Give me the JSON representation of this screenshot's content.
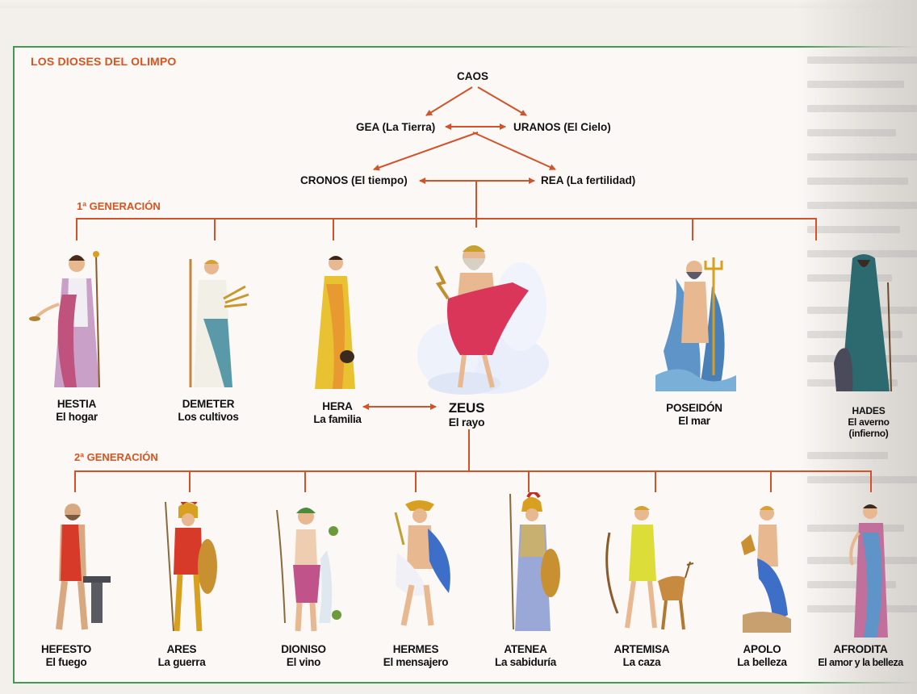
{
  "title": "LOS DIOSES DEL OLIMPO",
  "origins": {
    "caos": "CAOS",
    "gea": "GEA (La Tierra)",
    "uranos": "URANOS (El Cielo)",
    "cronos": "CRONOS  (El tiempo)",
    "rea": "REA (La fertilidad)"
  },
  "gen1_label": "1ª GENERACIÓN",
  "gen2_label": "2ª GENERACIÓN",
  "gen1": [
    {
      "name": "HESTIA",
      "domain": "El hogar"
    },
    {
      "name": "DEMETER",
      "domain": "Los cultivos"
    },
    {
      "name": "HERA",
      "domain": "La familia"
    },
    {
      "name": "ZEUS",
      "domain": "El rayo"
    },
    {
      "name": "POSEIDÓN",
      "domain": "El mar"
    },
    {
      "name": "HADES",
      "domain": "El averno",
      "domain2": "(infierno)"
    }
  ],
  "gen2": [
    {
      "name": "HEFESTO",
      "domain": "El fuego"
    },
    {
      "name": "ARES",
      "domain": "La guerra"
    },
    {
      "name": "DIONISO",
      "domain": "El vino"
    },
    {
      "name": "HERMES",
      "domain": "El mensajero"
    },
    {
      "name": "ATENEA",
      "domain": "La sabiduría"
    },
    {
      "name": "ARTEMISA",
      "domain": "La caza"
    },
    {
      "name": "APOLO",
      "domain": "La belleza"
    },
    {
      "name": "AFRODITA",
      "domain": "El amor y la belleza"
    }
  ],
  "colors": {
    "accent": "#d9531f",
    "line": "#d2522a",
    "border": "#3f9a52"
  }
}
